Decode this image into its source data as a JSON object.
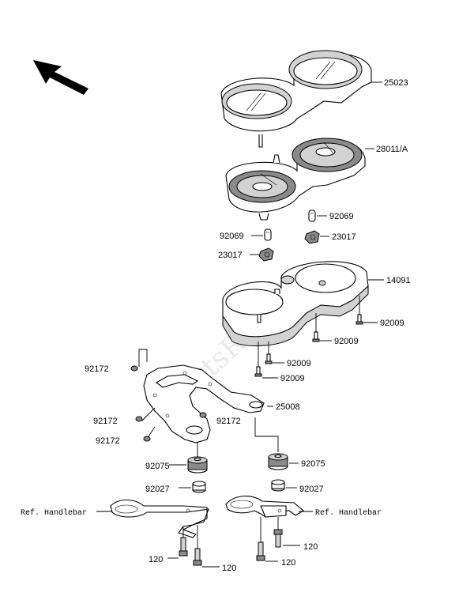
{
  "watermark": "PartsRepublik",
  "labels": {
    "lens_cover": "25023",
    "meter_assy": "28011/A",
    "bulb_upper_right": "92069",
    "bulb_left": "92069",
    "socket_right": "23017",
    "socket_left": "23017",
    "meter_case": "14091",
    "screw_right": "92009",
    "screw_mid": "92009",
    "screw_center_1": "92009",
    "screw_center_2": "92009",
    "grommet_top": "92172",
    "grommet_mid": "92172",
    "grommet_bottom": "92172",
    "bracket": "25008",
    "bracket_grommet": "92172",
    "damper_left": "92075",
    "damper_right": "92075",
    "collar_left": "92027",
    "collar_right": "92027",
    "ref_left": "Ref. Handlebar",
    "ref_right": "Ref. Handlebar",
    "bolt_left_1": "120",
    "bolt_left_2": "120",
    "bolt_right_1": "120",
    "bolt_right_2": "120"
  },
  "icons": {
    "direction": "arrow-icon"
  }
}
